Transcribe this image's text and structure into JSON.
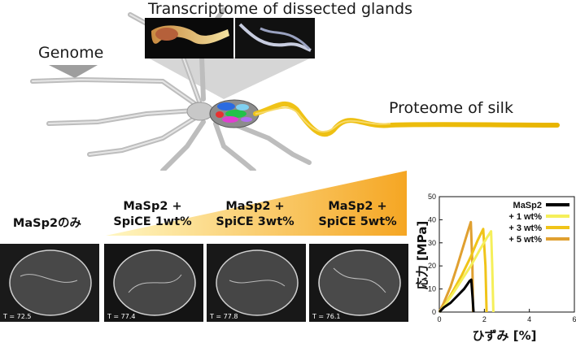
{
  "labels": {
    "transcriptome": "Transcriptome of dissected glands",
    "genome": "Genome",
    "proteome": "Proteome of silk"
  },
  "samples": [
    {
      "line1": "MaSp2のみ",
      "line2": "",
      "t_value": "T = 72.5"
    },
    {
      "line1": "MaSp2 +",
      "line2": "SpiCE 1wt%",
      "t_value": "T = 77.4"
    },
    {
      "line1": "MaSp2 +",
      "line2": "SpiCE 3wt%",
      "t_value": "T = 77.8"
    },
    {
      "line1": "MaSp2 +",
      "line2": "SpiCE 5wt%",
      "t_value": "T = 76.1"
    }
  ],
  "colors": {
    "gradient_start": "#fff7c2",
    "gradient_end": "#f5a623",
    "silk": "#f0c419"
  },
  "chart_data": {
    "type": "line",
    "xlabel": "ひずみ [%]",
    "ylabel": "応力 [MPa]",
    "xlim": [
      0,
      6
    ],
    "ylim": [
      0,
      50
    ],
    "xticks": [
      "0",
      "2",
      "4",
      "6"
    ],
    "yticks": [
      "0",
      "10",
      "20",
      "30",
      "40",
      "50"
    ],
    "legend_position": "top-right",
    "series": [
      {
        "name": "MaSp2",
        "color": "#000000",
        "x": [
          0,
          0.2,
          0.5,
          0.8,
          1.1,
          1.35,
          1.42,
          1.48,
          1.52
        ],
        "y": [
          0,
          2,
          4,
          7,
          10,
          13.5,
          14,
          6,
          0
        ]
      },
      {
        "name": "+ 1 wt%",
        "color": "#f5ef5a",
        "x": [
          0,
          0.25,
          0.6,
          1.0,
          1.4,
          1.8,
          2.1,
          2.3,
          2.35,
          2.4
        ],
        "y": [
          0,
          3,
          8,
          14,
          20,
          27,
          32,
          35,
          20,
          0
        ]
      },
      {
        "name": "+ 3 wt%",
        "color": "#f0c419",
        "x": [
          0,
          0.25,
          0.6,
          1.0,
          1.4,
          1.7,
          1.95,
          2.05,
          2.1
        ],
        "y": [
          0,
          3,
          9,
          16,
          24,
          31,
          36,
          20,
          0
        ]
      },
      {
        "name": "+ 5 wt%",
        "color": "#e0a030",
        "x": [
          0,
          0.2,
          0.5,
          0.8,
          1.05,
          1.3,
          1.4,
          1.47,
          1.5
        ],
        "y": [
          0,
          4,
          11,
          20,
          28,
          36,
          39,
          20,
          0
        ]
      }
    ]
  }
}
